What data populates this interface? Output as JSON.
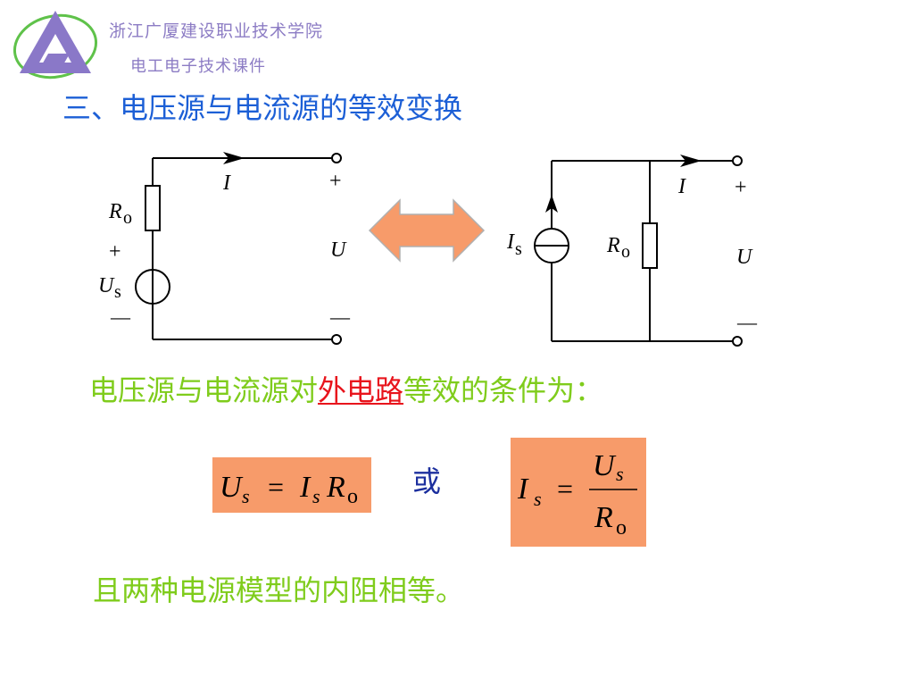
{
  "header": {
    "school": "浙江广厦建设职业技术学院",
    "course": "电工电子技术课件"
  },
  "title": "三、电压源与电流源的等效变换",
  "circuit_left": {
    "current": "I",
    "resistor_R": "R",
    "resistor_sub": "o",
    "source_U": "U",
    "source_sub": "s",
    "plus_left": "+",
    "minus_left": "—",
    "terminal_plus": "+",
    "voltage": "U",
    "terminal_minus": "—"
  },
  "circuit_right": {
    "current": "I",
    "source_I": "I",
    "source_sub": "s",
    "resistor_R": "R",
    "resistor_sub": "o",
    "terminal_plus": "+",
    "voltage": "U",
    "terminal_minus": "—"
  },
  "condition": {
    "prefix": "电压源与电流源对",
    "emphasis": "外电路",
    "suffix": "等效的条件为："
  },
  "equation1": {
    "lhs": "U",
    "lhs_sub": "s",
    "eq": "=",
    "i": "I",
    "i_sub": "s",
    "r": "R",
    "r_sub": "o"
  },
  "or_text": "或",
  "equation2": {
    "lhs": "I",
    "lhs_sub": "s",
    "eq": "=",
    "num": "U",
    "num_sub": "s",
    "den": "R",
    "den_sub": "o"
  },
  "footer": "且两种电源模型的内阻相等。",
  "colors": {
    "title": "#1c5fd6",
    "header": "#8c7cc4",
    "green_text": "#7fcc1c",
    "emphasis": "#e8141c",
    "equation_bg": "#f79b6a",
    "arrow_fill": "#f79b6a",
    "or_text": "#1c2f9e"
  },
  "icons": [
    "school-logo-icon",
    "double-arrow-icon"
  ]
}
